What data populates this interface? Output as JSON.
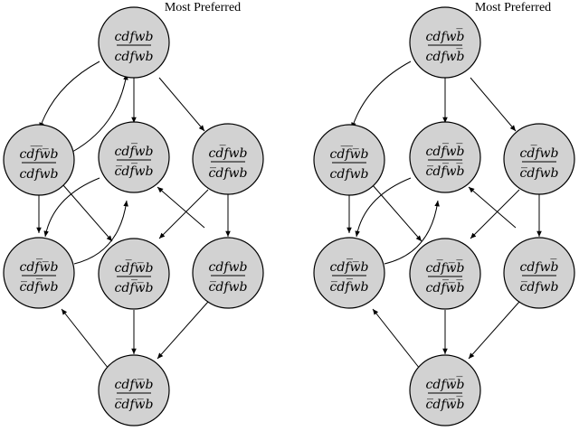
{
  "diagrams": [
    {
      "title": "Most Preferred",
      "nodes": [
        {
          "id": "top",
          "top": "cdfwb",
          "bottom": "cdfwb"
        },
        {
          "id": "m1",
          "top": "cd̅f̅w̅b",
          "bottom": "cdfwb"
        },
        {
          "id": "m2",
          "top": "cdf̅wb",
          "bottom": "c̅df̅wb"
        },
        {
          "id": "m3",
          "top": "cd̅fwb",
          "bottom": "c̅dfwb"
        },
        {
          "id": "l1",
          "top": "cdf̅w̅b",
          "bottom": "c̅df̅wb"
        },
        {
          "id": "l2",
          "top": "cd̅fw̅b",
          "bottom": "cdf̅w̅b"
        },
        {
          "id": "l3",
          "top": "cdfwb",
          "bottom": "c̅dfwb"
        },
        {
          "id": "bot",
          "top": "cdfw̅b",
          "bottom": "c̅dfw̅b"
        }
      ]
    },
    {
      "title": "Most Preferred",
      "nodes": [
        {
          "id": "top",
          "top": "cdfwb̅",
          "bottom": "cdfwb̅"
        },
        {
          "id": "m1",
          "top": "cd̅f̅w̅b",
          "bottom": "cdfwb"
        },
        {
          "id": "m2",
          "top": "cdf̅wb̅",
          "bottom": "c̅df̅wb̅"
        },
        {
          "id": "m3",
          "top": "cd̅fwb",
          "bottom": "c̅dfwb"
        },
        {
          "id": "l1",
          "top": "cdf̅w̅b",
          "bottom": "c̅df̅wb"
        },
        {
          "id": "l2",
          "top": "cd̅fw̅b̅",
          "bottom": "cdf̅w̅b̅"
        },
        {
          "id": "l3",
          "top": "cdfwb̅",
          "bottom": "c̅dfwb"
        },
        {
          "id": "bot",
          "top": "cdfw̅b̅",
          "bottom": "c̅dfw̅b̅"
        }
      ]
    }
  ]
}
